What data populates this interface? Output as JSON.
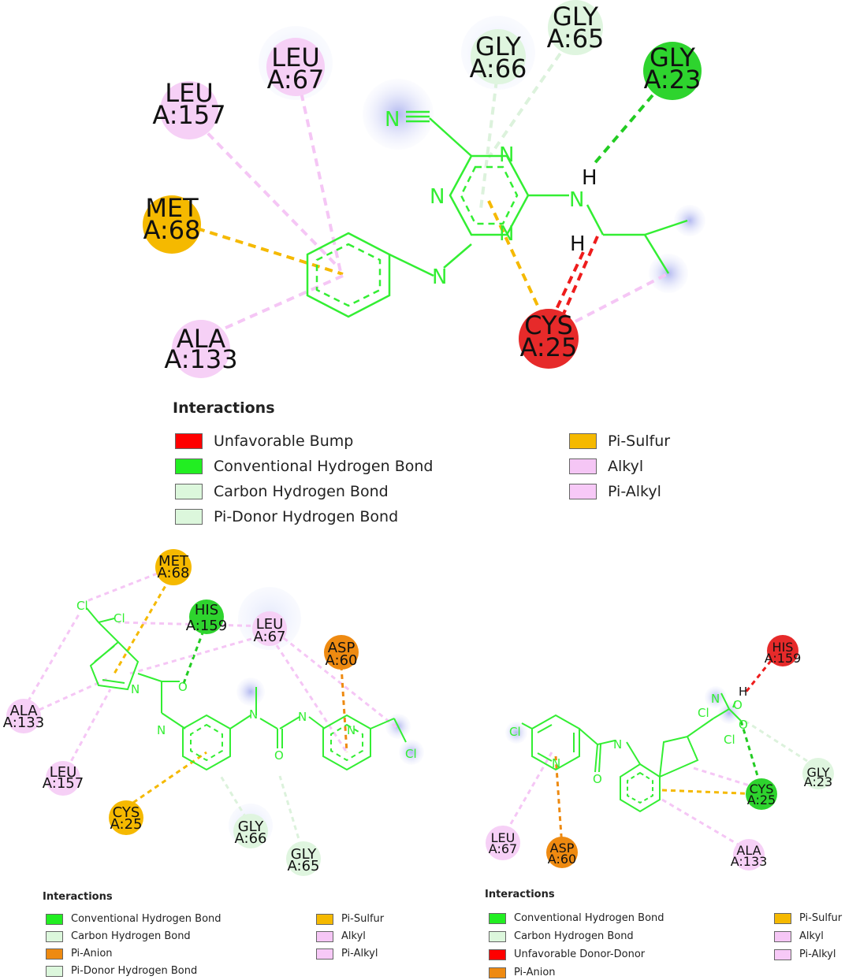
{
  "colors": {
    "ligand": "#33ee33",
    "unfavorable": "#ff1a1a",
    "conventional_hbond": "#22dd22",
    "carbon_hbond": "#d9f5d9",
    "pi_donor_hbond": "#dff5df",
    "pi_anion": "#ee8a11",
    "pi_sulfur": "#f5b900",
    "alkyl": "#f5c6f5",
    "pi_alkyl": "#f7c9f7",
    "halo": "#b9bff0"
  },
  "panels": [
    {
      "legend": {
        "title": "Interactions",
        "items": [
          {
            "label": "Unfavorable Bump",
            "color": "#ff0000"
          },
          {
            "label": "Conventional Hydrogen Bond",
            "color": "#22ee22"
          },
          {
            "label": "Carbon Hydrogen Bond",
            "color": "#dcf7dc"
          },
          {
            "label": "Pi-Donor Hydrogen Bond",
            "color": "#dcf7dc"
          },
          {
            "label": "Pi-Sulfur",
            "color": "#f5b900"
          },
          {
            "label": "Alkyl",
            "color": "#f5c6f5"
          },
          {
            "label": "Pi-Alkyl",
            "color": "#f7c9f7"
          }
        ]
      },
      "residues": [
        {
          "name": "LEU",
          "id": "A:67",
          "color": "#f6d0f6"
        },
        {
          "name": "LEU",
          "id": "A:157",
          "color": "#f6d0f6"
        },
        {
          "name": "MET",
          "id": "A:68",
          "color": "#f5b900"
        },
        {
          "name": "ALA",
          "id": "A:133",
          "color": "#f6d0f6"
        },
        {
          "name": "GLY",
          "id": "A:66",
          "color": "#dff5df"
        },
        {
          "name": "GLY",
          "id": "A:65",
          "color": "#dff5df"
        },
        {
          "name": "GLY",
          "id": "A:23",
          "color": "#2ed42e"
        },
        {
          "name": "CYS",
          "id": "A:25",
          "color": "#e62a2a"
        }
      ],
      "atoms": {
        "n": "N",
        "h": "H"
      }
    },
    {
      "legend": {
        "title": "Interactions",
        "items": [
          {
            "label": "Conventional Hydrogen Bond",
            "color": "#22ee22"
          },
          {
            "label": "Carbon Hydrogen Bond",
            "color": "#dcf7dc"
          },
          {
            "label": "Pi-Anion",
            "color": "#ee8a11"
          },
          {
            "label": "Pi-Donor Hydrogen Bond",
            "color": "#dcf7dc"
          },
          {
            "label": "Pi-Sulfur",
            "color": "#f5b900"
          },
          {
            "label": "Alkyl",
            "color": "#f5c6f5"
          },
          {
            "label": "Pi-Alkyl",
            "color": "#f7c9f7"
          }
        ]
      },
      "residues": [
        {
          "name": "MET",
          "id": "A:68",
          "color": "#f5b900"
        },
        {
          "name": "HIS",
          "id": "A:159",
          "color": "#2ed42e"
        },
        {
          "name": "LEU",
          "id": "A:67",
          "color": "#f6d0f6"
        },
        {
          "name": "ASP",
          "id": "A:60",
          "color": "#ee8a11"
        },
        {
          "name": "ALA",
          "id": "A:133",
          "color": "#f6d0f6"
        },
        {
          "name": "LEU",
          "id": "A:157",
          "color": "#f6d0f6"
        },
        {
          "name": "CYS",
          "id": "A:25",
          "color": "#f5b900"
        },
        {
          "name": "GLY",
          "id": "A:66",
          "color": "#dff5df"
        },
        {
          "name": "GLY",
          "id": "A:65",
          "color": "#dff5df"
        }
      ],
      "atoms": {
        "n": "N",
        "o": "O",
        "cl": "Cl"
      }
    },
    {
      "legend": {
        "title": "Interactions",
        "items": [
          {
            "label": "Conventional Hydrogen Bond",
            "color": "#22ee22"
          },
          {
            "label": "Carbon Hydrogen Bond",
            "color": "#dcf7dc"
          },
          {
            "label": "Unfavorable Donor-Donor",
            "color": "#ff0000"
          },
          {
            "label": "Pi-Anion",
            "color": "#ee8a11"
          },
          {
            "label": "Pi-Sulfur",
            "color": "#f5b900"
          },
          {
            "label": "Alkyl",
            "color": "#f5c6f5"
          },
          {
            "label": "Pi-Alkyl",
            "color": "#f7c9f7"
          }
        ]
      },
      "residues": [
        {
          "name": "HIS",
          "id": "A:159",
          "color": "#e62a2a"
        },
        {
          "name": "GLY",
          "id": "A:23",
          "color": "#dff5df"
        },
        {
          "name": "CYS",
          "id": "A:25",
          "color": "#2ed42e"
        },
        {
          "name": "LEU",
          "id": "A:67",
          "color": "#f6d0f6"
        },
        {
          "name": "ASP",
          "id": "A:60",
          "color": "#ee8a11"
        },
        {
          "name": "ALA",
          "id": "A:133",
          "color": "#f6d0f6"
        }
      ],
      "atoms": {
        "n": "N",
        "o": "O",
        "h": "H",
        "cl": "Cl"
      }
    }
  ]
}
